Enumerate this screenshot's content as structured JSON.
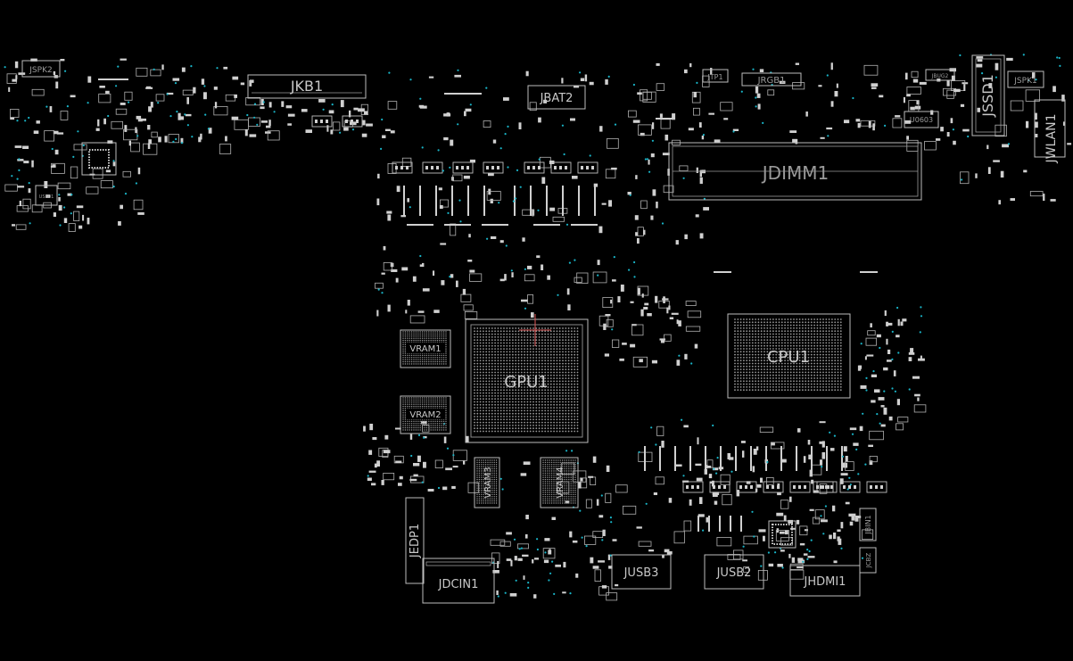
{
  "components": {
    "jspk2": "JSPK2",
    "jkb1": "JKB1",
    "jbat2": "JBAT2",
    "jtp1": "JTP1",
    "jrgb1": "JRGB1",
    "jbug2": "JBUG2",
    "jssd1": "JSSD1",
    "jspk1": "JSPK1",
    "u0603": "U0603",
    "jwlan1": "JWLAN1",
    "jdimm1": "JDIMM1",
    "vram1": "VRAM1",
    "vram2": "VRAM2",
    "gpu1": "GPU1",
    "cpu1": "CPU1",
    "vram3": "VRAM3",
    "vram4": "VRAM4",
    "jedp1": "JEDP1",
    "jdcin1": "JDCIN1",
    "jusb3": "JUSB3",
    "jusb2": "JUSB2",
    "jhdmi1": "JHDMI1",
    "jbin1": "JBIN1",
    "jcbz": "JCBZ"
  },
  "colors": {
    "background": "#000000",
    "outline": "#bdbdbd",
    "label": "#c8c8c8",
    "via_dot": "#19b5c8",
    "marker": "#e05a5a"
  }
}
